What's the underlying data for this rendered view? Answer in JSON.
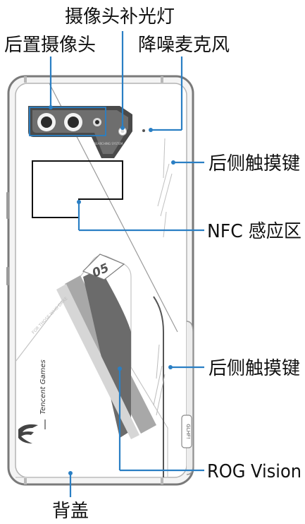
{
  "labels": {
    "fill_light": "摄像头补光灯",
    "rear_camera": "后置摄像头",
    "noise_mic": "降噪麦克风",
    "side_touch_upper": "后侧触摸键",
    "nfc": "NFC 感应区",
    "side_touch_lower": "后侧触摸键",
    "rog_vision": "ROG Vision",
    "back_cover": "背盖"
  },
  "phone_print": {
    "model_mark": "05",
    "brand_text": "Tencent Games",
    "slogan": "FOR THOSE WHO DARE",
    "side_mark": "GLHF!",
    "cam_small_text": "SEARCHING SYSTEM"
  },
  "colors": {
    "leader": "#2a7fc4",
    "body_outline": "#7a7a7a",
    "stripe_dark": "#6b6b6b",
    "stripe_mid": "#9a9a9a",
    "camera_dark": "#3e3e3e"
  }
}
